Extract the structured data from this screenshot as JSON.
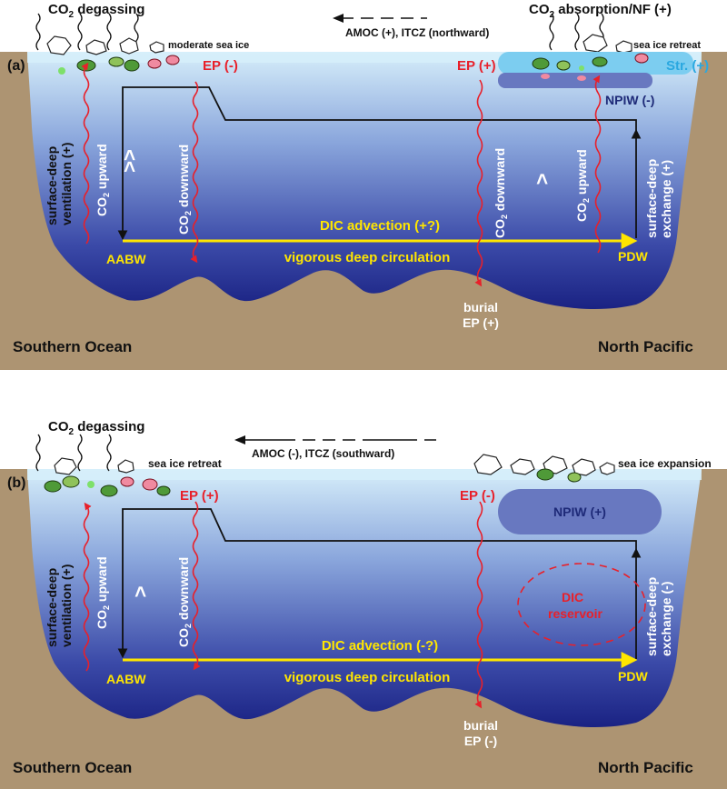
{
  "colors": {
    "ocean_top": "#d4ecf9",
    "ocean_bottom": "#1c2384",
    "seafloor": "#ad9472",
    "red_arrow": "#e8202a",
    "yellow_arrow": "#ffe600",
    "npiw": "#6878c0",
    "str_layer": "#7ccdf0"
  },
  "panel_a": {
    "label": "(a)",
    "co2_left_prefix": "CO",
    "co2_left_sub": "2",
    "co2_left_suffix": " degassing",
    "co2_right_prefix": "CO",
    "co2_right_sub": "2",
    "co2_right_suffix": " absorption/NF (+)",
    "amoc": "AMOC (+), ITCZ (northward)",
    "ice_left": "moderate sea ice",
    "ice_right": "sea ice retreat",
    "ep_left": "EP (-)",
    "ep_right": "EP (+)",
    "str": "Str. (+)",
    "npiw": "NPIW (-)",
    "ventilation_line1": "surface-deep",
    "ventilation_line2": "ventilation (+)",
    "co2_upward_left": "upward",
    "co2_downward_left": "downward",
    "co2_downward_right": "downward",
    "co2_upward_right": "upward",
    "comparator_left": ">>",
    "comparator_right": ">",
    "exchange_line1": "surface-deep",
    "exchange_line2": "exchange (+)",
    "dic_advection": "DIC advection (+?)",
    "aabw": "AABW",
    "pdw": "PDW",
    "deep_circulation": "vigorous deep circulation",
    "burial_line1": "burial",
    "burial_line2": "EP (+)",
    "southern_ocean": "Southern Ocean",
    "north_pacific": "North Pacific"
  },
  "panel_b": {
    "label": "(b)",
    "co2_left_prefix": "CO",
    "co2_left_sub": "2",
    "co2_left_suffix": " degassing",
    "amoc": "AMOC (-), ITCZ (southward)",
    "ice_left": "sea ice retreat",
    "ice_right": "sea ice expansion",
    "ep_left": "EP (+)",
    "ep_right": "EP (-)",
    "npiw": "NPIW (+)",
    "ventilation_line1": "surface-deep",
    "ventilation_line2": "ventilation (+)",
    "co2_upward_left": "upward",
    "co2_downward_left": "downward",
    "comparator_left": ">",
    "dic_reservoir_line1": "DIC",
    "dic_reservoir_line2": "reservoir",
    "exchange_line1": "surface-deep",
    "exchange_line2": "exchange (-)",
    "dic_advection": "DIC advection (-?)",
    "aabw": "AABW",
    "pdw": "PDW",
    "deep_circulation": "vigorous deep circulation",
    "burial_line1": "burial",
    "burial_line2": "EP (-)",
    "southern_ocean": "Southern Ocean",
    "north_pacific": "North Pacific"
  }
}
